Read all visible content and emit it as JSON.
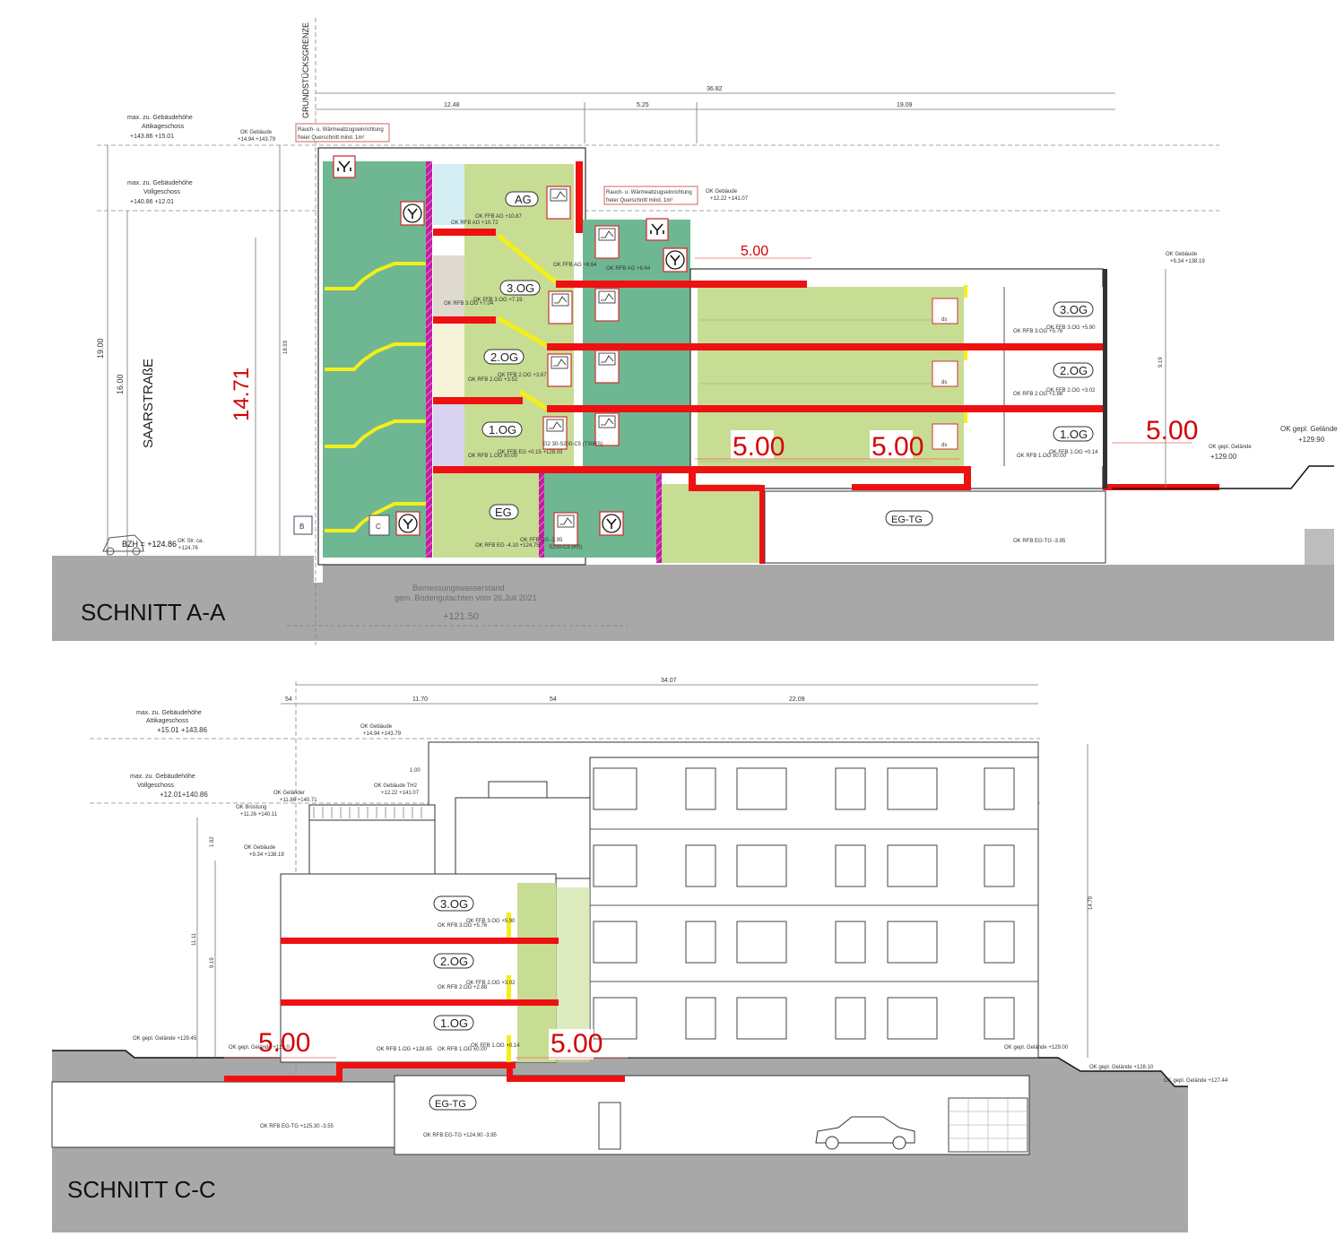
{
  "section_aa": {
    "title": "SCHNITT A-A",
    "property_line": "GRUNDSTÜCKSGRENZE",
    "street": "SAARSTRAßE",
    "dims_top": {
      "total": "36.82",
      "d1": "12.48",
      "d2": "5.25",
      "d3": "19.09"
    },
    "max_attika": {
      "l1": "max. zu. Gebäudehöhe",
      "l2": "Attikageschoss",
      "v": "+143.86  +15.01"
    },
    "max_voll": {
      "l1": "max. zu. Gebäudehöhe",
      "l2": "Vollgeschoss",
      "v": "+140.86  +12.01"
    },
    "ok_gebaeude_1": {
      "label": "OK Gebäude",
      "v": "+14.94  +143.79"
    },
    "ok_gebaeude_2": {
      "label": "OK Gebäude",
      "v": "+12.22  +141.07"
    },
    "ok_gebaeude_3": {
      "label": "OK Gebäude",
      "v": "+9.34  +138.19"
    },
    "rwa_note": {
      "l1": "Rauch- u. Wärmeabzugseinrichtung",
      "l2": "freier Querschnitt mind. 1m²"
    },
    "heights": {
      "h19": "19.00",
      "h16": "16.00",
      "h1893": "18.93",
      "h919": "9.19",
      "big": "14.71"
    },
    "bzh": "BZH = +124.86",
    "ok_str": {
      "l1": "OK Str. ca.",
      "l2": "+124.76"
    },
    "water": {
      "l1": "Bemessungswasserstand",
      "l2": "gem. Bodengutachten vom 26.Juli 2021",
      "v": "+121.50"
    },
    "floors": {
      "ag": "AG",
      "og3": "3.OG",
      "og2": "2.OG",
      "og1": "1.OG",
      "eg": "EG",
      "egtg": "EG-TG"
    },
    "right_floors": {
      "og3": "3.OG",
      "og2": "2.OG",
      "og1": "1.OG"
    },
    "distances": {
      "d_top": "5.00",
      "d_left": "5.00",
      "d_mid": "5.00",
      "d_right": "5.00"
    },
    "levels": {
      "rfb_ag": "OK RFB AG +10.72",
      "ffb_ag": "OK FFB AG +10.87",
      "rfb_3og": "OK RFB 3.OG +7.04",
      "ffb_3og": "OK FFB 3.OG +7.19",
      "rfb_2og": "OK RFB 2.OG +3.52",
      "ffb_2og": "OK FFB 2.OG +3.67",
      "rfb_1og": "OK RFB 1.OG ±0.00",
      "ffb_eg": "OK FFB EG +0.15  +128.03",
      "rfb_eg": "OK RFB EG -4.10  +124.75",
      "ffb_eg2": "OK FFB EG -3.95",
      "ffb_ag2": "OK FFB AG +8.64",
      "rfb_ag2": "OK RFB AG +8.64",
      "r_rfb3": "OK RFB 3.OG +5.76",
      "r_ffb3": "OK FFB 3.OG +5.90",
      "r_rfb2": "OK RFB 2.OG +2.88",
      "r_ffb2": "OK FFB 2.OG +3.02",
      "r_rfb1": "OK RFB 1.OG ±0.00",
      "r_ffb1": "OK FFB 1.OG +0.14",
      "rfb_egtg": "OK RFB EG-TG -3.95",
      "gelaende1": "OK gepl. Gelände",
      "gelaende1_v": "+129.00",
      "gelaende2": "OK gepl. Gelände",
      "gelaende2_v": "+129.90"
    },
    "door_labels": {
      "t30": "EI2 30-S200-C5 (T30RS)",
      "rs": "S200-C5 (RS)"
    },
    "smoke_detector": "ds",
    "markers": {
      "b": "B",
      "c": "C"
    }
  },
  "section_cc": {
    "title": "SCHNITT C-C",
    "dims_top": {
      "total": "34.07",
      "d54a": "54",
      "d1": "11.70",
      "d54b": "54",
      "d2": "22.09"
    },
    "max_attika": {
      "l1": "max. zu. Gebäudehöhe",
      "l2": "Attikageschoss",
      "v": "+15.01 +143.86"
    },
    "max_voll": {
      "l1": "max. zu. Gebäudehöhe",
      "l2": "Vollgeschoss",
      "v": "+12.01+140.86"
    },
    "ok_gebaeude_1": {
      "label": "OK Gebäude",
      "v": "+14.94  +143.79"
    },
    "ok_gebaeude_th2": {
      "label": "OK Gebäude TH2",
      "v": "+12.22  +141.07"
    },
    "ok_gelaender": {
      "label": "OK Geländer",
      "v": "+11.86  +140.71"
    },
    "ok_bruestung": {
      "label": "OK Brüstung",
      "v": "+11.26  +140.11"
    },
    "ok_gebaeude_3": {
      "label": "OK Gebäude",
      "v": "+9.34  +138.19"
    },
    "dim_100": "1.00",
    "heights": {
      "h1479": "14.79",
      "h1111": "11.11",
      "h919": "9.19",
      "h192": "1.92"
    },
    "floors": {
      "og3": "3.OG",
      "og2": "2.OG",
      "og1": "1.OG",
      "egtg": "EG-TG"
    },
    "distances": {
      "d_left": "5.00",
      "d_right": "5.00"
    },
    "levels": {
      "rfb3": "OK RFB 3.OG +5.76",
      "ffb3": "OK FFB 3.OG +5.90",
      "rfb2": "OK RFB 2.OG +2.88",
      "ffb2": "OK FFB 2.OG +3.02",
      "rfb1a": "OK RFB 1.OG +128.85",
      "rfb1b": "OK RFB 1.OG ±0.00",
      "ffb1": "OK FFB 1.OG +0.14",
      "egtg_l": "OK RFB EG-TG +125.30  -3.55",
      "egtg_m": "OK RFB EG-TG +124.90  -3.95",
      "gel_l": "OK gepl. Gelände +129.45",
      "gel_l2": "OK gepl. Gelände +129.0",
      "gel_r1": "OK gepl. Gelände +129.00",
      "gel_r2": "OK gepl. Gelände +128.10",
      "gel_r3": "OK gepl. Gelände +127.44"
    }
  },
  "colors": {
    "fire_wall": "#ee1111",
    "stair_core": "#6fb792",
    "room": "#c7dd94",
    "stair": "#f4ee1a",
    "wall_magenta": "#c21fa0",
    "ground": "#a8a8a8"
  }
}
